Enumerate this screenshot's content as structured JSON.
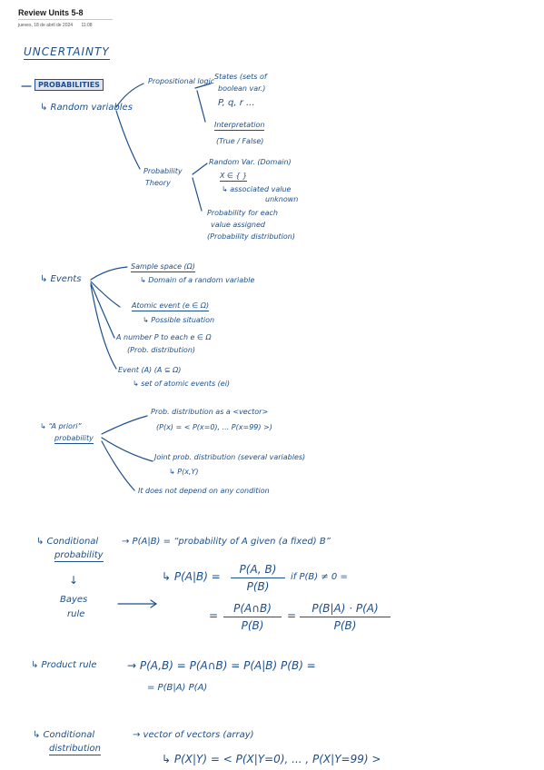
{
  "header": {
    "title": "Review Units 5-8",
    "date": "jueves, 18 de abril de 2024",
    "time": "11:08"
  },
  "notes": {
    "heading": "UNCERTAINTY",
    "probabilities": "PROBABILITIES",
    "random_variables": "↳ Random variables",
    "propositional_logic": "Propositional logic",
    "states": "States (sets of",
    "states2": "boolean var.)",
    "pqr": "P, q, r ...",
    "interpretation": "Interpretation",
    "true_false": "(True / False)",
    "probability_theory": "Probability",
    "probability_theory2": "Theory",
    "random_var_domain": "Random Var. (Domain)",
    "x_in": "X ∈ { }",
    "associated_value": "↳ associated value",
    "unknown": "unknown",
    "prob_each_value": "Probability for each",
    "value_assigned": "value assigned",
    "prob_distribution": "(Probability distribution)",
    "events": "↳ Events",
    "sample_space": "Sample space (Ω)",
    "domain_random_var": "↳ Domain of a random variable",
    "atomic_event": "Atomic event (e ∈ Ω)",
    "possible_situation": "↳ Possible situation",
    "number_p": "A number P to each e ∈ Ω",
    "prob_distribution2": "(Prob. distribution)",
    "event": "Event (A) (A ⊆ Ω)",
    "set_atomic_events": "↳ set of atomic events (ei)",
    "a_priori": "↳ “A priori”",
    "a_priori2": "probability",
    "prob_dist_vector": "Prob. distribution as a <vector>",
    "px_vector": "(P(x) = < P(x=0), ... P(x=99) >)",
    "joint_prob": "Joint prob. distribution (several variables)",
    "pxy": "↳ P(x,Y)",
    "no_condition": "It does not depend on any condition",
    "conditional": "↳ Conditional",
    "conditional2": "probability",
    "p_a_given_b": "→  P(A|B) = “probability of A given (a fixed) B”",
    "pab_lhs": "↳ P(A|B) =",
    "pab_num": "P(A, B)",
    "pab_den": "P(B)",
    "pab_cond": "if P(B) ≠ 0 =",
    "eq2_pre": "=",
    "eq2_num": "P(A∩B)",
    "eq2_den": "P(B)",
    "eq2_mid": "=",
    "eq3_num": "P(B|A) · P(A)",
    "eq3_den": "P(B)",
    "down_arrow": "↓",
    "bayes": "Bayes",
    "bayes2": "rule",
    "product_rule": "↳ Product rule",
    "product_eq": "→  P(A,B) = P(A∩B) = P(A|B) P(B) =",
    "product_eq2": "= P(B|A) P(A)",
    "cond_dist": "↳ Conditional",
    "cond_dist2": "distribution",
    "vector_of_vectors": "→  vector of vectors (array)",
    "pxy_vec": "↳ P(X|Y) = < P(X|Y=0), ... , P(X|Y=99) >"
  },
  "ink_color": "#1c4f8c"
}
